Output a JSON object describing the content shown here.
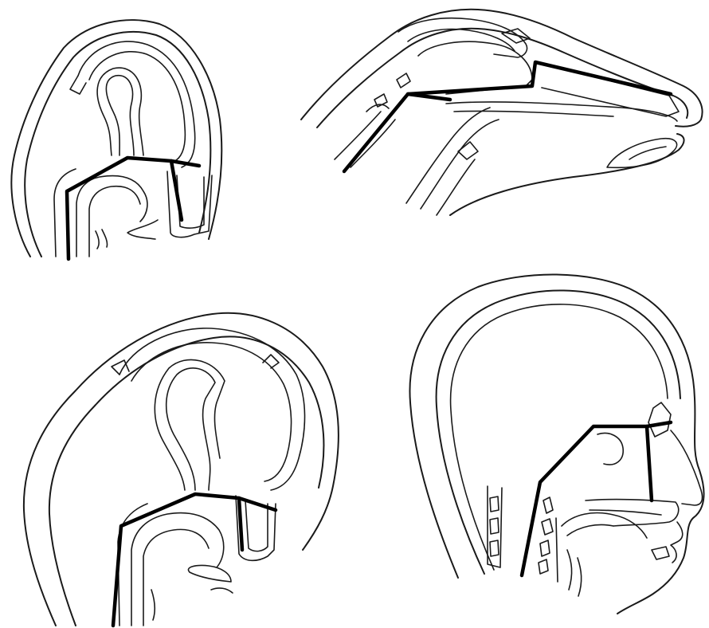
{
  "figure": {
    "panels": [
      {
        "id": "embryo-early",
        "position": "top-left"
      },
      {
        "id": "animal-adult",
        "position": "top-right"
      },
      {
        "id": "embryo-late",
        "position": "bottom-left"
      },
      {
        "id": "human-adult",
        "position": "bottom-right"
      }
    ],
    "colors": {
      "line": "#1a1a1a",
      "axis": "#000000",
      "background": "#ffffff"
    }
  }
}
